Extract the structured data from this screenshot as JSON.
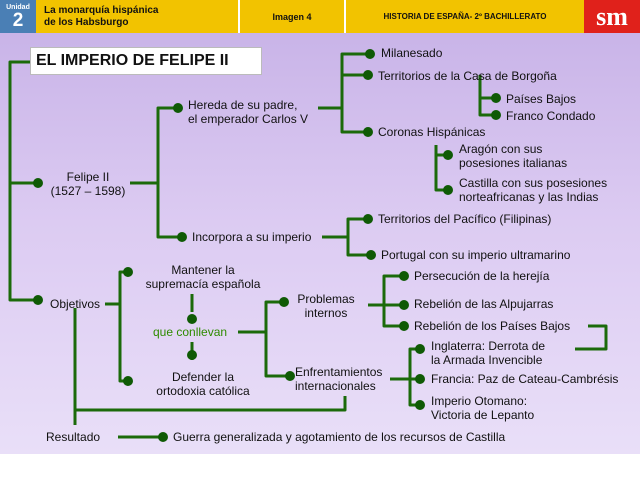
{
  "header": {
    "unit_label": "Unidad",
    "unit_number": "2",
    "title_line1": "La monarquía hispánica",
    "title_line2": "de los Habsburgo",
    "image_label": "Imagen 4",
    "course": "HISTORIA DE ESPAÑA- 2º BACHILLERATO",
    "logo": "sm"
  },
  "colors": {
    "line": "#1b6a0a",
    "node": "#0f5a05",
    "accent": "#e0211b",
    "header": "#f2c300",
    "unit": "#4a7fb5"
  },
  "diagram": {
    "title": "EL IMPERIO DE FELIPE II",
    "felipe": [
      "Felipe II",
      "(1527 – 1598)"
    ],
    "hereda": [
      "Hereda de su padre,",
      "el emperador Carlos V"
    ],
    "milanesado": "Milanesado",
    "borgona": "Territorios de la Casa de Borgoña",
    "paises_bajos": "Países Bajos",
    "franco_condado": "Franco Condado",
    "coronas": "Coronas Hispánicas",
    "aragon": [
      "Aragón con sus",
      "posesiones italianas"
    ],
    "castilla": [
      "Castilla con sus posesiones",
      "norteafricanas y las Indias"
    ],
    "incorpora": "Incorpora a su imperio",
    "pacifico": "Territorios del Pacífico (Filipinas)",
    "portugal": "Portugal con su imperio ultramarino",
    "objetivos": "Objetivos",
    "mantener": [
      "Mantener la",
      "supremacía española"
    ],
    "conllevan": "que conllevan",
    "defender": [
      "Defender la",
      "ortodoxia católica"
    ],
    "problemas": [
      "Problemas",
      "internos"
    ],
    "persecucion": "Persecución de la herejía",
    "alpujarras": "Rebelión de las Alpujarras",
    "rebelion_pb": "Rebelión de los Países Bajos",
    "enfrentamientos": [
      "Enfrentamientos",
      "internacionales"
    ],
    "inglaterra": [
      "Inglaterra: Derrota de",
      "la Armada Invencible"
    ],
    "francia": "Francia: Paz de Cateau-Cambrésis",
    "otomano": [
      "Imperio Otomano:",
      "Victoria de Lepanto"
    ],
    "resultado": "Resultado",
    "guerra": "Guerra generalizada y agotamiento de los recursos de Castilla"
  }
}
